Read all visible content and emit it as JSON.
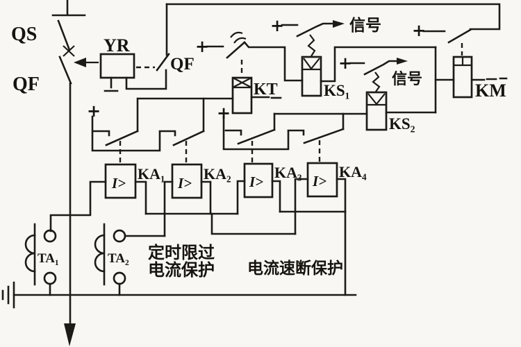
{
  "colors": {
    "background": "#f9f7f3",
    "line": "#1d1b18",
    "text": "#17140f"
  },
  "labels": {
    "qs": "QS",
    "qf_main": "QF",
    "qf_aux": "QF",
    "yr": "YR",
    "kt": "KT",
    "km": "KM",
    "ks1": "KS₁",
    "ks2": "KS₂",
    "ka1": "KA₁",
    "ka2": "KA₂",
    "ka3": "KA₃",
    "ka4": "KA₄",
    "ta1": "TA₁",
    "ta2": "TA₂",
    "overcurrent_symbol": "I>"
  },
  "annotations": {
    "signal_1": "信号",
    "signal_2": "信号",
    "zone_timed_line1": "定时限过",
    "zone_timed_line2": "电流保护",
    "zone_instant": "电流速断保护"
  },
  "symbols": {
    "plus": "+"
  }
}
